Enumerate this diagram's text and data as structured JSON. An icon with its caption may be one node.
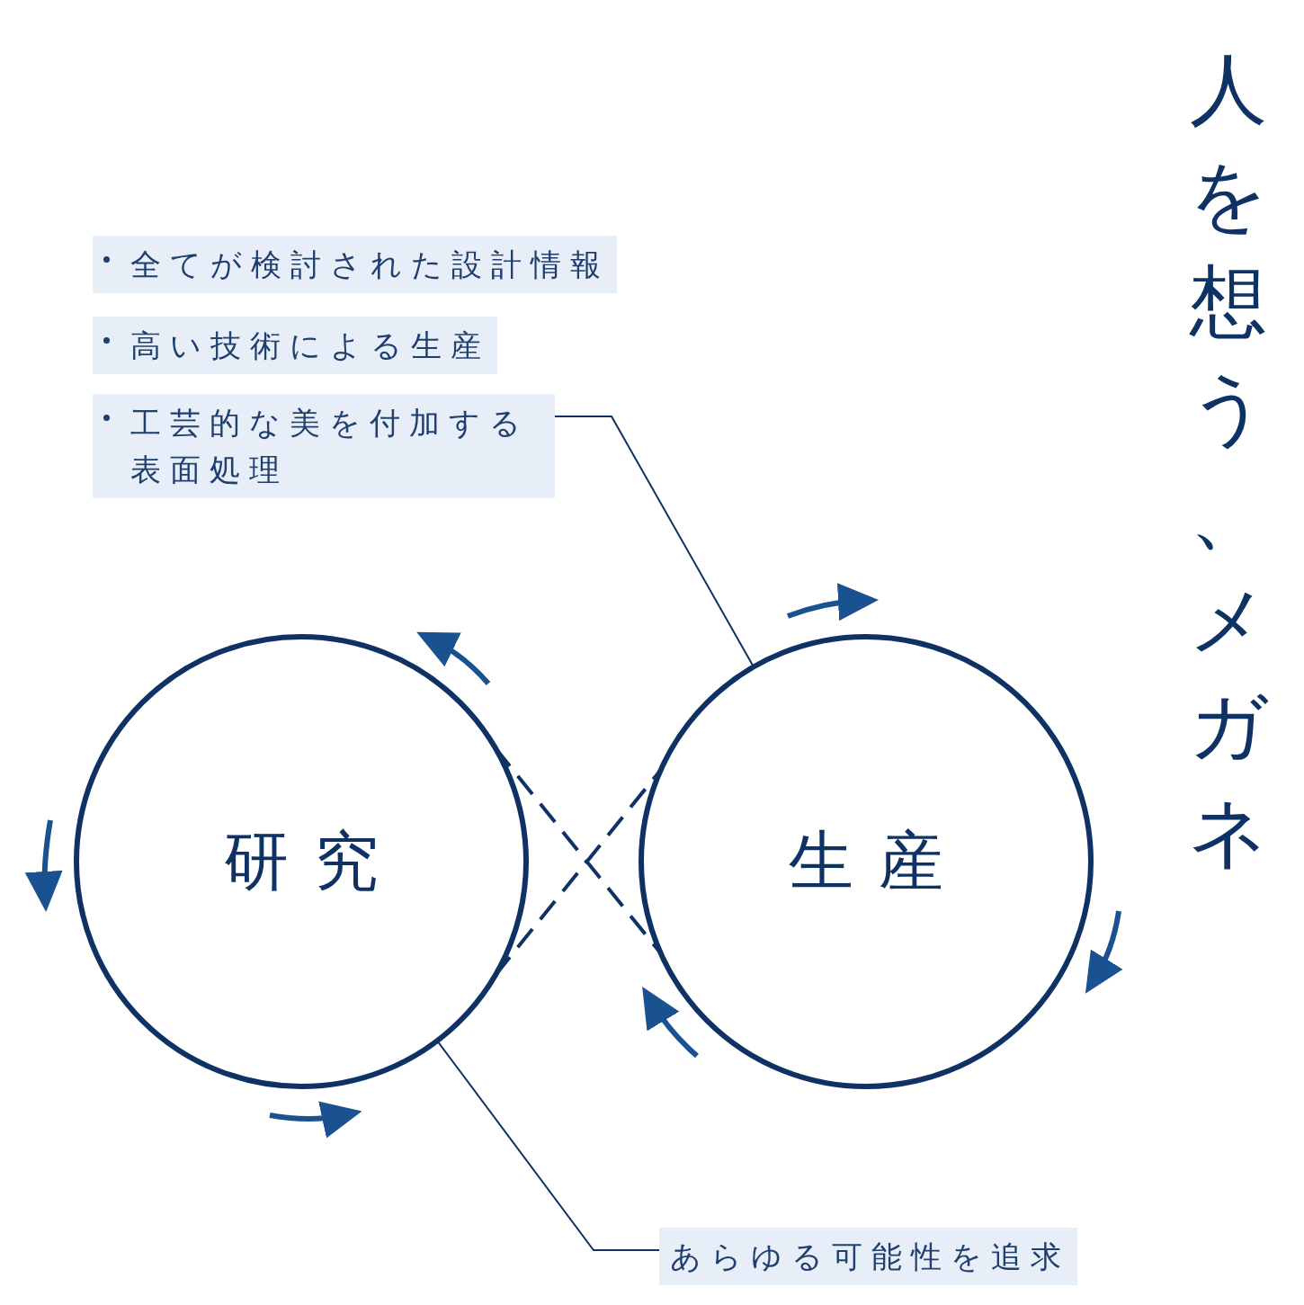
{
  "diagram": {
    "title": "人を想う、メガネ",
    "nodes": [
      {
        "text": [
          "全てが検討された設計情報"
        ]
      },
      {
        "text": [
          "高い技術による生産"
        ]
      },
      {
        "text": [
          "工芸的な美を付加する表面処理"
        ]
      },
      {
        "text": [
          "研究"
        ]
      },
      {
        "text": [
          "生産"
        ]
      },
      {
        "text": [
          "あらゆる可能性を追求"
        ]
      }
    ],
    "edges": [
      {
        "from": 2,
        "to": 4,
        "arrow": "none"
      },
      {
        "from": 5,
        "to": 3,
        "arrow": "none"
      },
      {
        "from": 3,
        "to": 4,
        "arrow": "none",
        "style": "dashed"
      },
      {
        "from": 3,
        "to": 4,
        "arrow": "none",
        "style": "dashed"
      }
    ]
  }
}
